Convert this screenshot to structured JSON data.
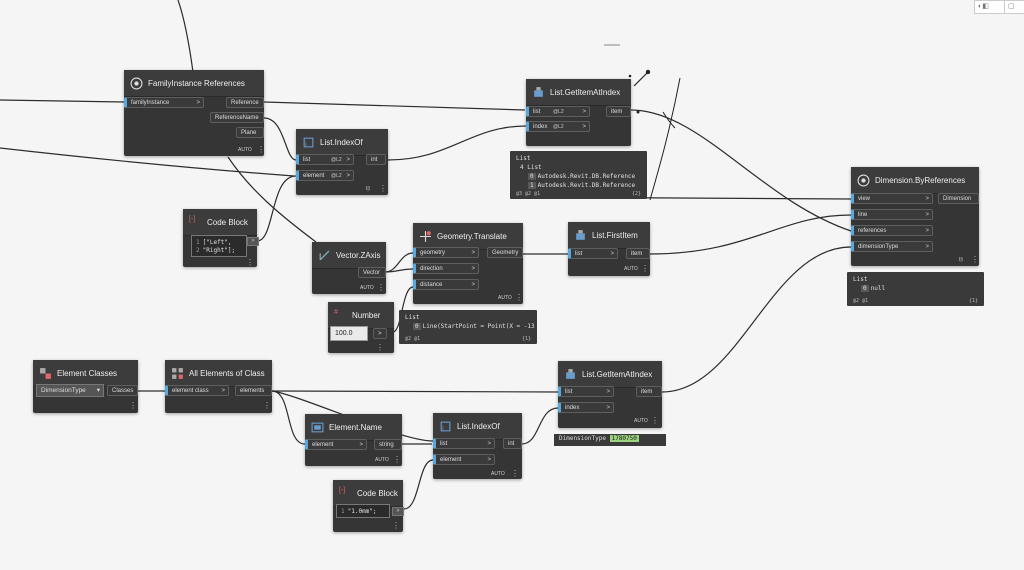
{
  "toolbar": {
    "icons": [
      "camera-icon",
      "window-icon"
    ]
  },
  "nodes": {
    "family_refs": {
      "title": "FamilyInstance References",
      "input": "familyInstance",
      "outputs": [
        "Reference",
        "ReferenceName",
        "Plane"
      ],
      "lacing": "AUTO"
    },
    "getitem1": {
      "title": "List.GetItemAtIndex",
      "inputs": [
        "list",
        "index"
      ],
      "lace": "@L2",
      "output": "item"
    },
    "indexof1": {
      "title": "List.IndexOf",
      "inputs": [
        "list",
        "element"
      ],
      "lace": "@L2",
      "output": "int",
      "lacing": "I|\\"
    },
    "codeblock1": {
      "title": "Code Block",
      "lines": [
        "[\"Left\",",
        "\"Right\"];"
      ]
    },
    "zaxis": {
      "title": "Vector.ZAxis",
      "output": "Vector",
      "lacing": "AUTO"
    },
    "number": {
      "title": "Number",
      "value": "100.0"
    },
    "translate": {
      "title": "Geometry.Translate",
      "inputs": [
        "geometry",
        "direction",
        "distance"
      ],
      "output": "Geometry",
      "lacing": "AUTO"
    },
    "firstitem": {
      "title": "List.FirstItem",
      "input": "list",
      "output": "item",
      "lacing": "AUTO"
    },
    "dimension": {
      "title": "Dimension.ByReferences",
      "inputs": [
        "view",
        "line",
        "references",
        "dimensionType"
      ],
      "output": "Dimension",
      "lacing": "I|\\"
    },
    "elemclasses": {
      "title": "Element Classes",
      "selected": "DimensionType",
      "output": "Classes"
    },
    "allelements": {
      "title": "All Elements of Class",
      "input": "element class",
      "output": "elements"
    },
    "getitem2": {
      "title": "List.GetItemAtIndex",
      "inputs": [
        "list",
        "index"
      ],
      "output": "item",
      "lacing": "AUTO"
    },
    "elemname": {
      "title": "Element.Name",
      "input": "element",
      "output": "string",
      "lacing": "AUTO"
    },
    "indexof2": {
      "title": "List.IndexOf",
      "inputs": [
        "list",
        "element"
      ],
      "output": "int",
      "lacing": "AUTO"
    },
    "codeblock2": {
      "title": "Code Block",
      "lines": [
        "\"1.0mm\";"
      ]
    }
  },
  "previews": {
    "refs": {
      "header": "List",
      "sub": "4 List",
      "items": [
        {
          "idx": "0",
          "text": "Autodesk.Revit.DB.Reference"
        },
        {
          "idx": "1",
          "text": "Autodesk.Revit.DB.Reference"
        }
      ],
      "footer_l": "@3 @2 @1",
      "footer_r": "{2}"
    },
    "line": {
      "header": "List",
      "items": [
        {
          "idx": "0",
          "text": "Line(StartPoint = Point(X = -13"
        }
      ],
      "footer_l": "@2 @1",
      "footer_r": "{1}"
    },
    "dim": {
      "header": "List",
      "items": [
        {
          "idx": "0",
          "text": "null"
        }
      ],
      "footer_l": "@2 @1",
      "footer_r": "{1}"
    },
    "dimtype": {
      "label": "DimensionType",
      "value": "1780750"
    }
  },
  "glyphs": {
    "arrow": ">",
    "menu": "⋮",
    "tri": "▾",
    "cb_out": ">"
  }
}
